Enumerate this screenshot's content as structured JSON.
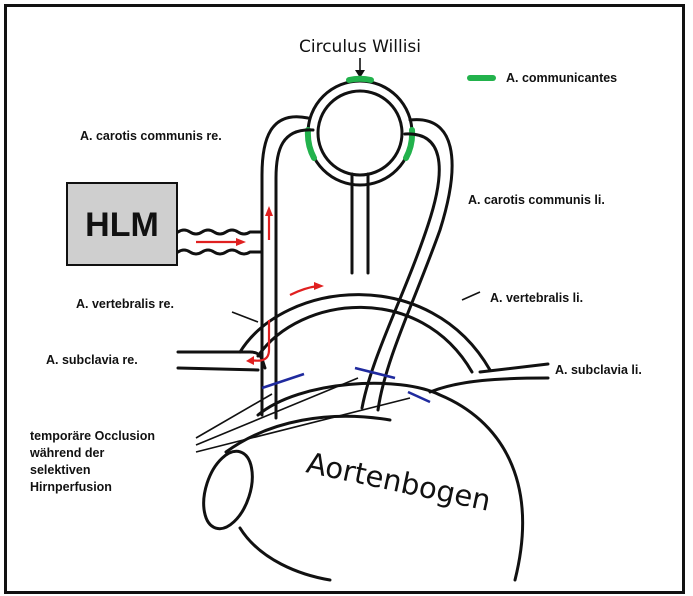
{
  "title": "Circulus Willisi",
  "legend": {
    "label": "A. communicantes",
    "color": "#22b24c"
  },
  "machine": {
    "label": "HLM"
  },
  "labels": {
    "carotis_re": "A. carotis communis re.",
    "carotis_li": "A. carotis communis li.",
    "vertebralis_re": "A. vertebralis re.",
    "vertebralis_li": "A. vertebralis li.",
    "subclavia_re": "A. subclavia re.",
    "subclavia_li": "A. subclavia li.",
    "aorta": "Aortenbogen",
    "occlusion": [
      "temporäre Occlusion",
      "während der",
      "selektiven",
      "Hirnperfusion"
    ]
  },
  "colors": {
    "flow": "#e02020",
    "occlusion": "#1f2a9e",
    "vessel": "#111111"
  }
}
